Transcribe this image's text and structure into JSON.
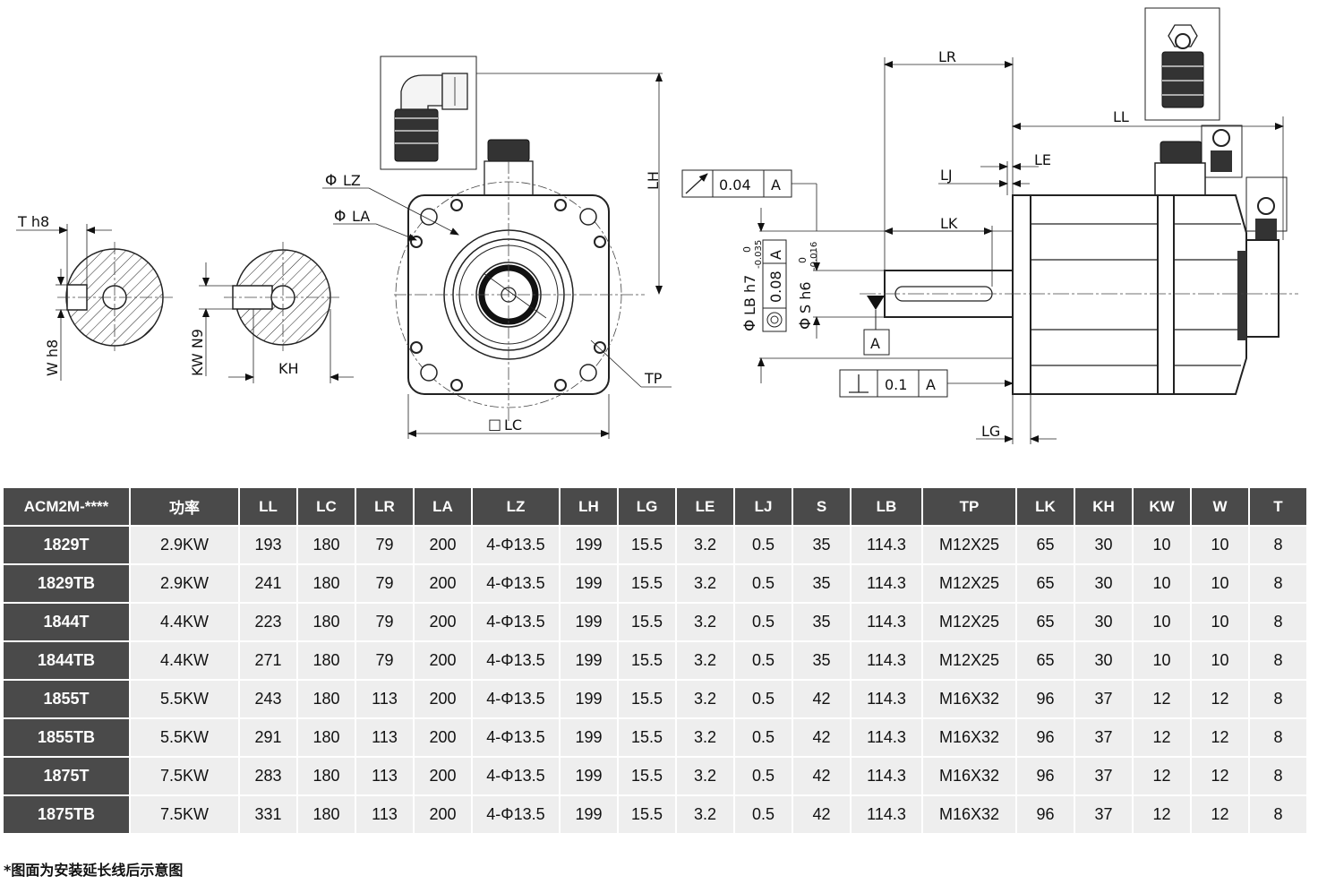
{
  "drawing": {
    "labels": {
      "T": "T h8",
      "W": "W h8",
      "KW": "KW N9",
      "KH": "KH",
      "LZ": "LZ",
      "LA": "LA",
      "LH": "LH",
      "LC": "LC",
      "TP": "TP",
      "LR": "LR",
      "LL": "LL",
      "LE": "LE",
      "LJ": "LJ",
      "LK": "LK",
      "LG": "LG",
      "LB": "LB h7",
      "S": "S h6",
      "tol_top": "0.04",
      "tol_mid": "0.08",
      "tol_bot": "0.1",
      "datum": "A",
      "lb_upper": "0",
      "lb_lower": "-0.035",
      "s_upper": "0",
      "s_lower": "-0.016",
      "phi": "Φ",
      "square": "□"
    }
  },
  "table": {
    "headers": [
      "ACM2M-****",
      "功率",
      "LL",
      "LC",
      "LR",
      "LA",
      "LZ",
      "LH",
      "LG",
      "LE",
      "LJ",
      "S",
      "LB",
      "TP",
      "LK",
      "KH",
      "KW",
      "W",
      "T"
    ],
    "rows": [
      [
        "1829T",
        "2.9KW",
        "193",
        "180",
        "79",
        "200",
        "4-Φ13.5",
        "199",
        "15.5",
        "3.2",
        "0.5",
        "35",
        "114.3",
        "M12X25",
        "65",
        "30",
        "10",
        "10",
        "8"
      ],
      [
        "1829TB",
        "2.9KW",
        "241",
        "180",
        "79",
        "200",
        "4-Φ13.5",
        "199",
        "15.5",
        "3.2",
        "0.5",
        "35",
        "114.3",
        "M12X25",
        "65",
        "30",
        "10",
        "10",
        "8"
      ],
      [
        "1844T",
        "4.4KW",
        "223",
        "180",
        "79",
        "200",
        "4-Φ13.5",
        "199",
        "15.5",
        "3.2",
        "0.5",
        "35",
        "114.3",
        "M12X25",
        "65",
        "30",
        "10",
        "10",
        "8"
      ],
      [
        "1844TB",
        "4.4KW",
        "271",
        "180",
        "79",
        "200",
        "4-Φ13.5",
        "199",
        "15.5",
        "3.2",
        "0.5",
        "35",
        "114.3",
        "M12X25",
        "65",
        "30",
        "10",
        "10",
        "8"
      ],
      [
        "1855T",
        "5.5KW",
        "243",
        "180",
        "113",
        "200",
        "4-Φ13.5",
        "199",
        "15.5",
        "3.2",
        "0.5",
        "42",
        "114.3",
        "M16X32",
        "96",
        "37",
        "12",
        "12",
        "8"
      ],
      [
        "1855TB",
        "5.5KW",
        "291",
        "180",
        "113",
        "200",
        "4-Φ13.5",
        "199",
        "15.5",
        "3.2",
        "0.5",
        "42",
        "114.3",
        "M16X32",
        "96",
        "37",
        "12",
        "12",
        "8"
      ],
      [
        "1875T",
        "7.5KW",
        "283",
        "180",
        "113",
        "200",
        "4-Φ13.5",
        "199",
        "15.5",
        "3.2",
        "0.5",
        "42",
        "114.3",
        "M16X32",
        "96",
        "37",
        "12",
        "12",
        "8"
      ],
      [
        "1875TB",
        "7.5KW",
        "331",
        "180",
        "113",
        "200",
        "4-Φ13.5",
        "199",
        "15.5",
        "3.2",
        "0.5",
        "42",
        "114.3",
        "M16X32",
        "96",
        "37",
        "12",
        "12",
        "8"
      ]
    ]
  },
  "footnote": "*图面为安装延长线后示意图"
}
